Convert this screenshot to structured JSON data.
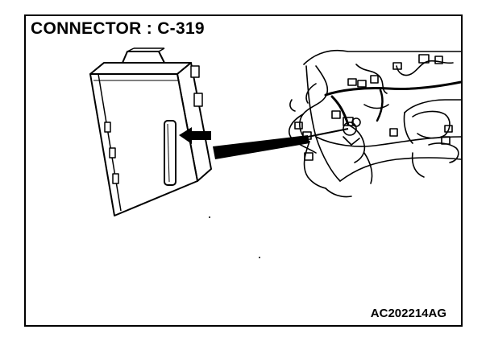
{
  "figure": {
    "title": "CONNECTOR : C-319",
    "reference_code": "AC202214AG"
  },
  "illustration": {
    "subjects": [
      "control-unit",
      "connector-location-arrow",
      "dashboard-wiring-harness"
    ]
  }
}
